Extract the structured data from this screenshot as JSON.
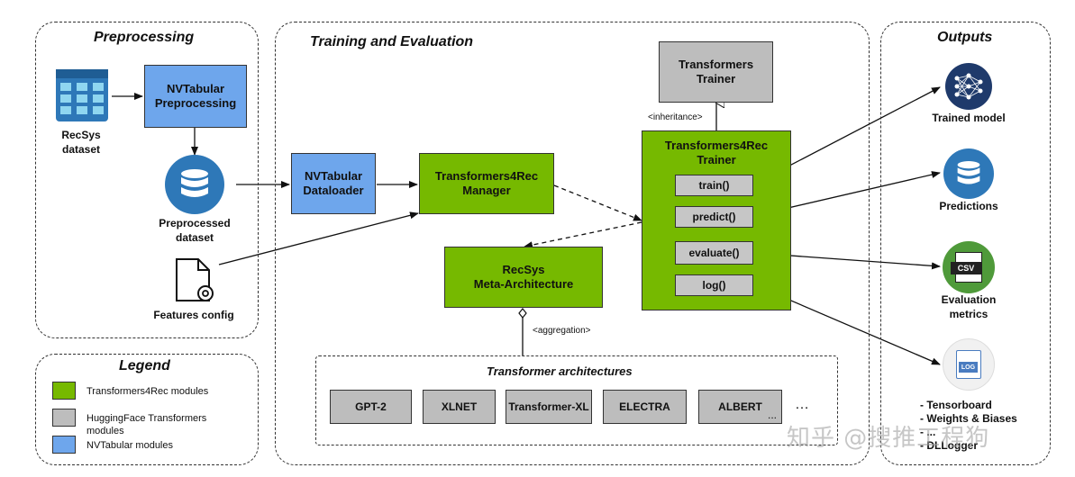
{
  "panels": {
    "preprocessing": "Preprocessing",
    "training": "Training and Evaluation",
    "outputs": "Outputs",
    "legend": "Legend",
    "architectures": "Transformer architectures"
  },
  "preprocessing": {
    "dataset_label": "RecSys\ndataset",
    "nvtabular_pre": "NVTabular\nPreprocessing",
    "preprocessed_label": "Preprocessed\ndataset",
    "features_label": "Features config"
  },
  "training": {
    "dataloader": "NVTabular\nDataloader",
    "manager": "Transformers4Rec\nManager",
    "hf_trainer": "Transformers\nTrainer",
    "inheritance": "<inheritance>",
    "t4r_trainer": "Transformers4Rec\nTrainer",
    "methods": [
      "train()",
      "predict()",
      "evaluate()",
      "log()"
    ],
    "meta_arch": "RecSys\nMeta-Architecture",
    "aggregation": "<aggregation>",
    "architectures": [
      "GPT-2",
      "XLNET",
      "Transformer-XL",
      "ELECTRA",
      "ALBERT"
    ],
    "ellipsis": "…",
    "inner_ellipsis": "..."
  },
  "outputs": {
    "trained_model": "Trained model",
    "predictions": "Predictions",
    "eval_metrics": "Evaluation\nmetrics",
    "csv": "CSV",
    "log": "LOG",
    "loggers": [
      "- Tensorboard",
      "- Weights & Biases",
      "- ...",
      "- DLLogger"
    ]
  },
  "legend": {
    "items": [
      {
        "label": "Transformers4Rec modules",
        "color": "#76b900"
      },
      {
        "label": "HuggingFace Transformers\nmodules",
        "color": "#bdbdbd"
      },
      {
        "label": "NVTabular modules",
        "color": "#6ea6ec"
      }
    ]
  },
  "watermark": "知乎 @搜推工程狗",
  "colors": {
    "green": "#76b900",
    "blue": "#6ea6ec",
    "gray": "#bdbdbd",
    "icon_blue": "#2e78b8",
    "icon_navy": "#1f3a6b",
    "icon_green": "#4f9a3a"
  }
}
